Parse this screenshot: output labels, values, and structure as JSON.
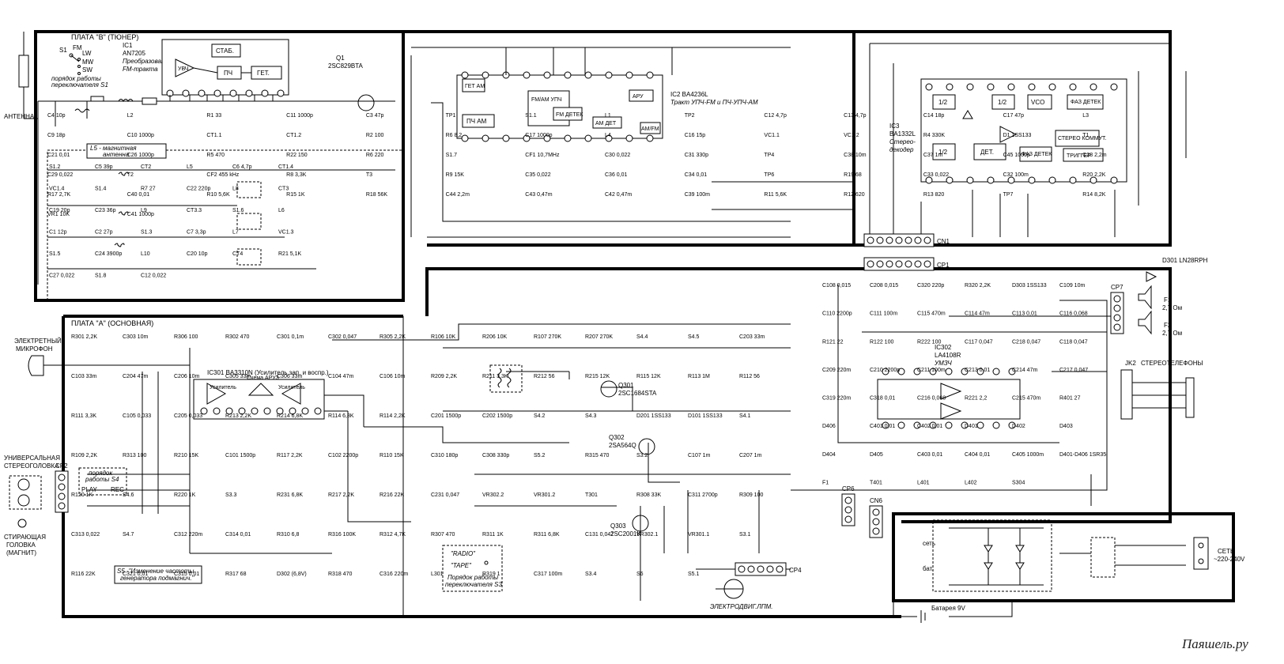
{
  "boards": {
    "board_b": "ПЛАТА \"B\" (ТЮНЕР)",
    "board_a": "ПЛАТА \"A\" (ОСНОВНАЯ)"
  },
  "ics": {
    "ic1_name": "IC1",
    "ic1_part": "AN7205",
    "ic1_desc1": "Преобразователь",
    "ic1_desc2": "FM-тракта",
    "ic2_name": "IC2 BA4236L",
    "ic2_desc1": "Тракт УПЧ-FM и ПЧ-УПЧ-AM",
    "ic3_name": "IC3",
    "ic3_part": "BA1332L",
    "ic3_desc1": "Стерео-",
    "ic3_desc2": "декодер",
    "ic301_name": "IC301 BA3310N (Усилитель зап. и воспр.)",
    "ic302_name": "IC302",
    "ic302_part": "LA4108R",
    "ic302_desc": "УМЗЧ"
  },
  "ic_blocks": {
    "stab": "СТАБ.",
    "pch": "ПЧ",
    "get": "ГЕТ.",
    "uvch": "УВЧ",
    "get_am": "ГЕТ АМ",
    "pch_am": "ПЧ АМ",
    "fm_am_upch": "FM/AM УПЧ",
    "fm_detek": "FM ДЕТЕК",
    "am_det": "AM ДЕТ",
    "aru": "АРУ",
    "am_fm": "AM/FM",
    "half": "1/2",
    "vco": "VCO",
    "faz_detek": "ФАЗ ДЕТЕК",
    "det": "ДЕТ.",
    "stereo_komm": "СТЕРЕО КОММУТ.",
    "trigger": "ТРИГГЕР",
    "usilitel": "Усилитель",
    "skhema_aru": "Схема АРУЗ"
  },
  "transistors": {
    "q1": "Q1",
    "q1_part": "2SC829BTA",
    "q301": "Q301",
    "q301_part": "2SC1684STA",
    "q302": "Q302",
    "q302_part": "2SA564Q",
    "q303": "Q303",
    "q303_part": "2SC2001K"
  },
  "labels": {
    "antenna": "АНТЕННА",
    "mag_antenna1": "L5 - магнитная",
    "mag_antenna2": "антенна",
    "s1_order1": "порядок работы",
    "s1_order2": "переключателя S1",
    "electret1": "ЭЛЕКТРЕТНЫЙ",
    "electret2": "МИКРОФОН",
    "universal1": "УНИВЕРСАЛЬНАЯ",
    "universal2": "СТЕРЕОГОЛОВКА",
    "erase1": "СТИРАЮЩАЯ",
    "erase2": "ГОЛОВКА",
    "erase3": "(МАГНИТ)",
    "s4_order1": "порядок",
    "s4_order2": "работы S4",
    "play": "PLAY",
    "rec": "REC",
    "s5_note1": "S5 -\"Изменение частоты",
    "s5_note2": "генератора подмагнич.\"",
    "radio": "\"RADIO\"",
    "tape": "\"TAPE\"",
    "s3_order1": "Порядок работы",
    "s3_order2": "переключателя S3",
    "motor": "ЭЛЕКТРОДВИГ.ЛПМ.",
    "battery": "Батарея 9V",
    "mains1": "СЕТЬ",
    "mains2": "~220-240V",
    "headphones": "СТЕРЕОТЕЛЕФОНЫ",
    "jk2": "JK2",
    "f1": "F1",
    "f1_val": "2,7 Ом",
    "f2": "F2",
    "f2_val": "2,7 Ом",
    "d301": "D301 LN28RPH",
    "set": "сеть",
    "bat": "бат.",
    "watermark": "Паяшель.ру"
  },
  "switch_positions": [
    "FM",
    "LW",
    "MW",
    "SW"
  ],
  "connectors": [
    "CN1",
    "CP1",
    "CP2",
    "CP4",
    "CP6",
    "CN6",
    "CP7"
  ],
  "components_top": [
    "C4 10p",
    "L2",
    "R1 33",
    "C11 1000p",
    "C3 47p",
    "TP1",
    "S1.1",
    "L1",
    "TP2",
    "C12 4,7p",
    "C13 4,7p",
    "C14 18p",
    "C17 47p",
    "L3",
    "C9 18p",
    "C10 1000p",
    "CT1.1",
    "CT1.2",
    "R2 100",
    "R6 8,2",
    "C17 1000p",
    "L4",
    "C16 15p",
    "VC1.1",
    "VC1.2",
    "R4 330K",
    "D1 1SS133",
    "T1",
    "C21 0,01",
    "C26 1000p",
    "R5 470",
    "R22 150",
    "R6 220",
    "S1.7",
    "CF1 10,7MHz",
    "C30 0,022",
    "C31 330p",
    "TP4",
    "C38 10m",
    "C37 1m",
    "C45 1000p",
    "C28 2,2m",
    "C29 0,022",
    "T2",
    "CF2 455 kHz",
    "R8 3,3K",
    "T3",
    "R9 15K",
    "C35 0,022",
    "C36 0,01",
    "C34 0,01",
    "TP6",
    "R19 68",
    "C33 0,022",
    "C32 100m",
    "R20 2,2K",
    "R17 2,7K",
    "C40 0,01",
    "R10 5,6K",
    "R15 1K",
    "R18 56K",
    "C44 2,2m",
    "C43 0,47m",
    "C42 0,47m",
    "C39 100m",
    "R11 5,6K",
    "R12 620",
    "R13 820",
    "TP7",
    "R14 8,2K",
    "VR1 10K",
    "C41 1000p"
  ],
  "components_tuner_left": [
    "S1.2",
    "C5 39p",
    "CT2",
    "L5",
    "C6 4,7p",
    "CT1.4",
    "VC1.4",
    "S1.4",
    "R7 27",
    "C22 220p",
    "L8",
    "CT3",
    "C19 20p",
    "C23 36p",
    "L9",
    "CT3.3",
    "S1.6",
    "L6",
    "C1 12p",
    "C2 27p",
    "S1.3",
    "C7 3,3p",
    "L7",
    "VC1.3",
    "S1.5",
    "C24 3900p",
    "L10",
    "C20 10p",
    "CT4",
    "R21 5,1K",
    "C27 0,022",
    "S1.8",
    "C12 0,022"
  ],
  "components_main": [
    "R301 2,2K",
    "C303 10m",
    "R306 100",
    "R302 470",
    "C301 0,1m",
    "C302 0,047",
    "R305 2,2K",
    "R106 10K",
    "R206 10K",
    "R107 270K",
    "R207 270K",
    "S4.4",
    "S4.5",
    "C203 33m",
    "C103 33m",
    "C204 47m",
    "C206 10m",
    "C305 33m",
    "C306 33m",
    "C104 47m",
    "C106 10m",
    "R209 2,2K",
    "R211 3,3K",
    "R212 56",
    "R215 12K",
    "R115 12K",
    "R113 1M",
    "R112 56",
    "R111 3,3K",
    "C105 0,033",
    "C205 0,033",
    "R213 2,2K",
    "R214 6,8K",
    "R114 6,8K",
    "R114 2,2K",
    "C201 1500p",
    "C202 1500p",
    "S4.2",
    "S4.3",
    "D201 1SS133",
    "D101 1SS133",
    "S4.1",
    "R109 2,2K",
    "R313 100",
    "R210 15K",
    "C101 1500p",
    "R117 2,2K",
    "C102 2200p",
    "R110 15K",
    "C310 180p",
    "C308 330p",
    "S5.2",
    "R315 470",
    "S3.2",
    "C107 1m",
    "C207 1m",
    "R120 1K",
    "S4.6",
    "R220 1K",
    "S3.3",
    "R231 6,8K",
    "R217 2,2K",
    "R216 22K",
    "C231 0,047",
    "VR302.2",
    "VR301.2",
    "T301",
    "R308 33K",
    "C311 2700p",
    "R309 100",
    "C313 0,022",
    "S4.7",
    "C312 220m",
    "C314 0,01",
    "R310 6,8",
    "R316 100K",
    "R312 4,7K",
    "R307 470",
    "R311 1K",
    "R311 6,8K",
    "C131 0,047",
    "VR302.1",
    "VR301.1",
    "S3.1",
    "R116 22K",
    "C321 0,01",
    "C315 0,01",
    "R317 68",
    "D302 (6,8V)",
    "R318 470",
    "C316 220m",
    "L301",
    "R319 1",
    "C317 100m",
    "S3.4",
    "S6",
    "S5.1"
  ],
  "components_right": [
    "C108 0,015",
    "C208 0,015",
    "C320 220p",
    "R320 2,2K",
    "D303 1SS133",
    "C109 10m",
    "C110 2200p",
    "C111 100m",
    "C115 470m",
    "C114 47m",
    "C113 0,01",
    "C116 0,068",
    "R121 22",
    "R122 100",
    "R222 100",
    "C117 0,047",
    "C218 0,047",
    "C118 0,047",
    "C209 220m",
    "C210 2200p",
    "C211 100m",
    "C213 0,01",
    "C214 47m",
    "C217 0,047",
    "C319 220m",
    "C318 0,01",
    "C216 0,068",
    "R221 2,2",
    "C215 470m",
    "R401 27",
    "D406",
    "C401 0,01",
    "C402 0,01",
    "D401",
    "D402",
    "D403",
    "D404",
    "D405",
    "C403 0,01",
    "C404 0,01",
    "C405 1000m",
    "D401-D406 1SR35",
    "F1",
    "T401",
    "L401",
    "L402",
    "S304"
  ]
}
